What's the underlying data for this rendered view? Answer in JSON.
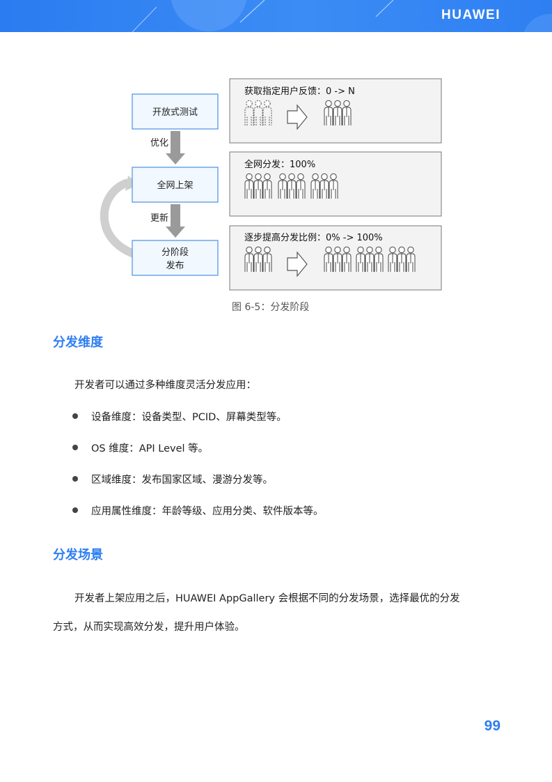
{
  "header": {
    "brand": "HUAWEI"
  },
  "figure": {
    "stages": [
      "开放式测试",
      "全网上架",
      "分阶段\n发布"
    ],
    "stage3_lines": [
      "分阶段",
      "发布"
    ],
    "arrow_labels": [
      "优化",
      "更新"
    ],
    "panels": [
      {
        "title": "获取指定用户反馈：0 -> N"
      },
      {
        "title": "全网分发：100%"
      },
      {
        "title": "逐步提高分发比例：0% -> 100%"
      }
    ],
    "caption": "图 6-5：分发阶段"
  },
  "sections": [
    {
      "title": "分发维度",
      "intro": "开发者可以通过多种维度灵活分发应用：",
      "bullets": [
        "设备维度：设备类型、PCID、屏幕类型等。",
        "OS 维度：API Level 等。",
        "区域维度：发布国家区域、漫游分发等。",
        "应用属性维度：年龄等级、应用分类、软件版本等。"
      ]
    },
    {
      "title": "分发场景",
      "paragraph_line1": "开发者上架应用之后，HUAWEI AppGallery 会根据不同的分发场景，选择最优的分发",
      "paragraph_line2": "方式，从而实现高效分发，提升用户体验。"
    }
  ],
  "page_number": "99",
  "colors": {
    "accent": "#2f7ff0",
    "header": "#2a7cf0",
    "stage_border": "#4a90e2",
    "stage_fill": "#f1f8ff",
    "panel_fill": "#f3f3f3",
    "arrow": "#9a9a9a"
  }
}
